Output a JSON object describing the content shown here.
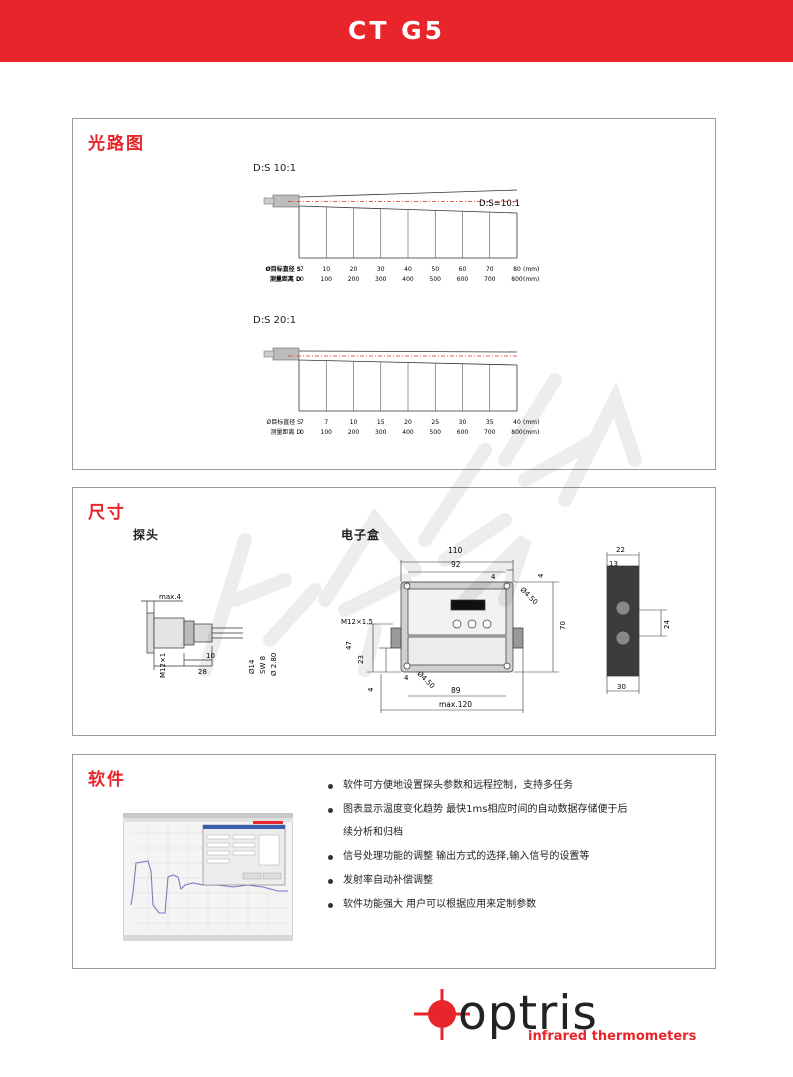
{
  "header": {
    "title": "CT G5"
  },
  "optical": {
    "title": "光路图",
    "diagram1": {
      "label": "D:S 10:1",
      "ratio": "D:S=10:1",
      "spot_label": "Ø目标直径 S",
      "dist_label": "测量距离 D",
      "spots": [
        "7",
        "10",
        "20",
        "30",
        "40",
        "50",
        "60",
        "70",
        "80"
      ],
      "distances": [
        "0",
        "100",
        "200",
        "300",
        "400",
        "500",
        "600",
        "700",
        "800"
      ],
      "unit": "(mm)"
    },
    "diagram2": {
      "label": "D:S 20:1",
      "spot_label": "Ø目标直径 S",
      "dist_label": "测量距离 D",
      "spots": [
        "7",
        "7",
        "10",
        "15",
        "20",
        "25",
        "30",
        "35",
        "40"
      ],
      "distances": [
        "0",
        "100",
        "200",
        "300",
        "400",
        "500",
        "600",
        "700",
        "800"
      ],
      "unit": "(mm)"
    }
  },
  "dimensions": {
    "title": "尺寸",
    "probe_label": "探头",
    "box_label": "电子盒",
    "probe": {
      "max": "max.4",
      "l10": "10",
      "l28": "28",
      "m12": "M12×1",
      "d14": "Ø14",
      "sw8": "SW 8",
      "d280": "Ø 2.80"
    },
    "box": {
      "w110": "110",
      "w92": "92",
      "w4a": "4",
      "h4a": "4",
      "hole1": "Ø4.50",
      "m12": "M12×1.5",
      "h47": "47",
      "h23": "23",
      "h70": "70",
      "w4b": "4",
      "h4b": "4",
      "hole2": "Ø4.50",
      "w89": "89",
      "wmax": "max.120"
    },
    "side": {
      "w22": "22",
      "w13": "13",
      "h24": "24",
      "w30": "30"
    }
  },
  "software": {
    "title": "软件",
    "bullets": [
      {
        "text": "软件可方便地设置探头参数和远程控制，支持多任务"
      },
      {
        "text": "图表显示温度变化趋势   最快1ms相应时间的自动数据存储便于后",
        "cont": "续分析和归档"
      },
      {
        "text": "信号处理功能的调整   输出方式的选择,输入信号的设置等"
      },
      {
        "text": "发射率自动补偿调整"
      },
      {
        "text": "软件功能强大   用户可以根据应用来定制参数"
      }
    ]
  },
  "logo": {
    "brand": "optris",
    "tagline": "infrared thermometers"
  },
  "colors": {
    "brand_red": "#e8252a",
    "border": "#9a9a9a",
    "plot_line": "#7a7ac8"
  }
}
